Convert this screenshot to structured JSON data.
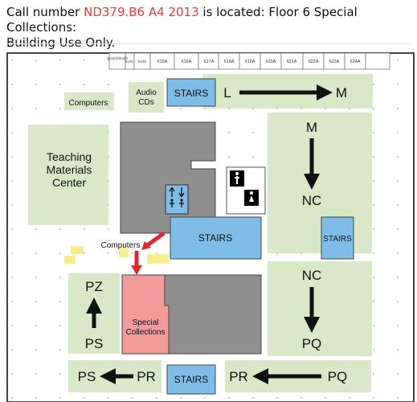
{
  "header": {
    "prefix": "Call number",
    "call_number": "ND379.B6 A4 2013",
    "suffix_line1": "is located: Floor 6 Special Collections:",
    "line2": "Building Use Only."
  },
  "colors": {
    "green": "#d9e8c7",
    "gray": "#8f8f8f",
    "blue": "#7dbde8",
    "pink": "#f39a9a",
    "yellow": "#f5ee8f",
    "red": "#e0262c",
    "call_number": "#e83b3b"
  },
  "map": {
    "room_labels": [
      "Sound Booth",
      "614C",
      "614D",
      "615A",
      "616A",
      "617A",
      "618A",
      "619A",
      "620A",
      "621A",
      "622A",
      "623A",
      "624A"
    ],
    "areas": {
      "computers_top": "Computers",
      "audio_cds": [
        "Audio",
        "CDs"
      ],
      "teaching_center": [
        "Teaching",
        "Materials",
        "Center"
      ],
      "computers_mid": "Computers",
      "special_collections": [
        "Special",
        "Collections"
      ]
    },
    "stairs_label": "STAIRS",
    "stairs_small_label": "STAIRS",
    "call_ranges": {
      "l": "L",
      "m_top": "M",
      "m_right": "M",
      "nc_right": "NC",
      "nc_lower": "NC",
      "pq_lower": "PQ",
      "pz": "PZ",
      "ps_left": "PS",
      "ps_bottom": "PS",
      "pr_bottom_left": "PR",
      "pr_bottom_right": "PR",
      "pq_bottom": "PQ"
    },
    "icons": [
      "elevator-icon",
      "restroom-men-icon",
      "restroom-women-icon",
      "red-arrow-icon"
    ]
  }
}
